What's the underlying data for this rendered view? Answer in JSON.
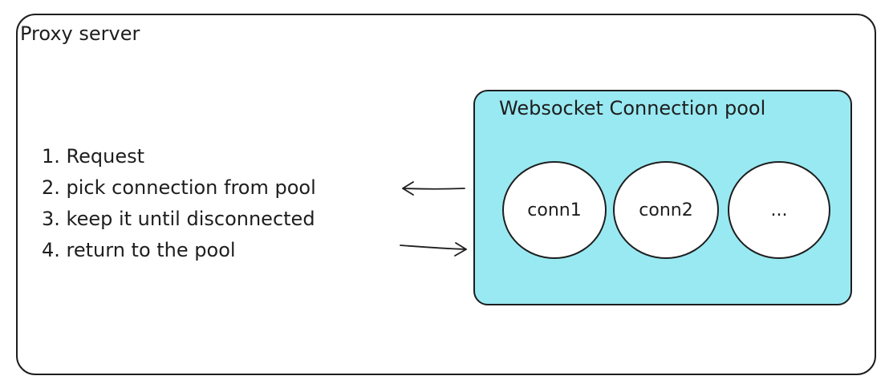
{
  "outer_box": {
    "title": "Proxy server"
  },
  "steps": [
    "1. Request",
    "2. pick connection from pool",
    "3. keep it until disconnected",
    "4. return to the pool"
  ],
  "pool": {
    "title": "Websocket Connection pool",
    "connections": [
      "conn1",
      "conn2",
      "..."
    ],
    "fill_color": "#99e9f2"
  },
  "arrows": [
    {
      "from": "pool",
      "to": "steps",
      "direction": "left"
    },
    {
      "from": "steps",
      "to": "pool",
      "direction": "right"
    }
  ]
}
